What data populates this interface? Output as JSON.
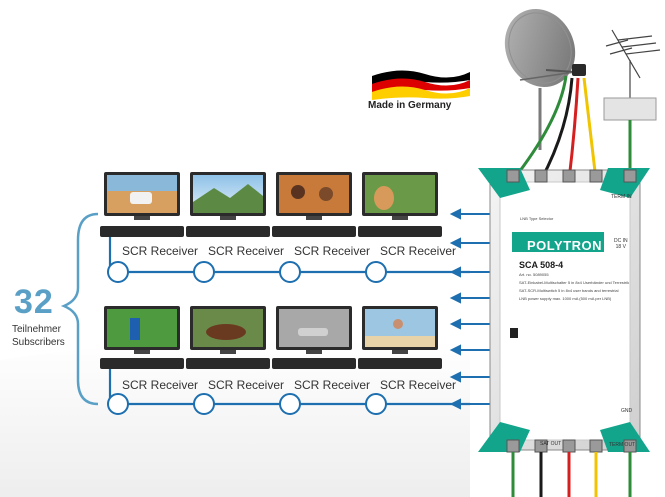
{
  "made_in": "Made in Germany",
  "subscriber_count": "32",
  "subscribers_de": "Teilnehmer",
  "subscribers_en": "Subscribers",
  "receiver_label": "SCR Receiver",
  "receivers_top": [
    "SCR Receiver",
    "SCR Receiver",
    "SCR Receiver",
    "SCR Receiver"
  ],
  "receivers_bottom": [
    "SCR Receiver",
    "SCR Receiver",
    "SCR Receiver",
    "SCR Receiver"
  ],
  "device": {
    "brand": "POLYTRON",
    "model": "SCA 508-4",
    "art_no": "Art. no. 5089055",
    "desc_de": "SAT-Einkabel-Multischalter 5 in 8x4 Userbänder und Terrestrik",
    "desc_en": "SAT-SCR-Multiswitch 5 in 8x4 user bands and terrestrial",
    "lnb_power": "LNB power supply max. 1000 mA (500 mA per LNB)",
    "dc_in": "DC IN",
    "dc_voltage": "18 V",
    "term_in": "TERM IN",
    "term_out": "TERM OUT",
    "sat_out": "SAT OUT",
    "gnd": "GND",
    "lnb_type": "LNB Type Selector"
  },
  "colors": {
    "accent_blue": "#5aa0c6",
    "device_teal": "#12a58c",
    "cable_green": "#2e8b3a",
    "cable_red": "#d42020",
    "cable_yellow": "#f0c400",
    "cable_black": "#1a1a1a",
    "flag_black": "#000000",
    "flag_red": "#dd0000",
    "flag_gold": "#ffce00"
  },
  "icons": [
    "satellite-dish-icon",
    "terrestrial-antenna-icon",
    "germany-flag-icon",
    "tv-icon",
    "receiver-box-icon",
    "connection-arrow-icon"
  ]
}
